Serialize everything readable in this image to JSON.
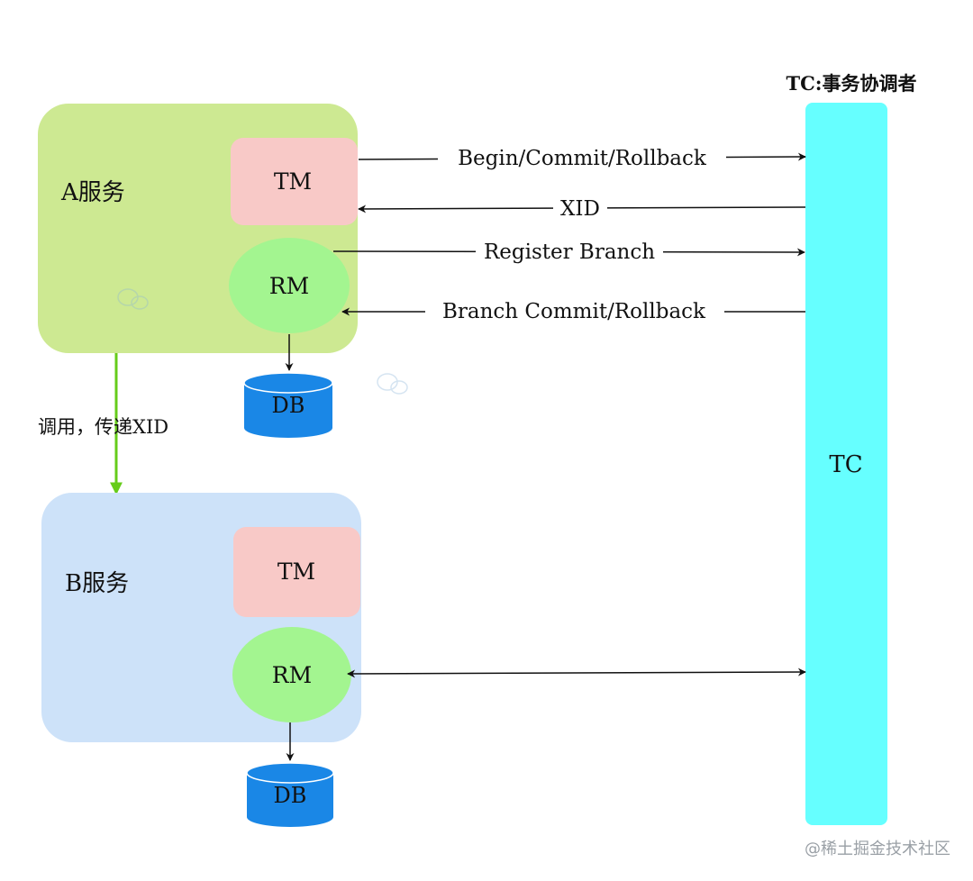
{
  "service_a": {
    "label": "A服务",
    "tm": "TM",
    "rm": "RM",
    "db": "DB"
  },
  "service_b": {
    "label": "B服务",
    "tm": "TM",
    "rm": "RM",
    "db": "DB"
  },
  "tc": {
    "title": "TC:事务协调者",
    "label": "TC"
  },
  "call_label": "调用，传递XID",
  "arrows": {
    "begin_commit_rollback": "Begin/Commit/Rollback",
    "xid": "XID",
    "register_branch": "Register Branch",
    "branch_commit_rollback": "Branch Commit/Rollback"
  },
  "watermark": "@稀土掘金技术社区",
  "colors": {
    "service_a_bg": "#cde992",
    "service_b_bg": "#cde2f9",
    "tm_bg": "#f8c9c7",
    "rm_bg": "#a3f590",
    "db_bg": "#1a87e6",
    "tc_bg": "#66ffff",
    "call_arrow": "#66cc1a"
  }
}
